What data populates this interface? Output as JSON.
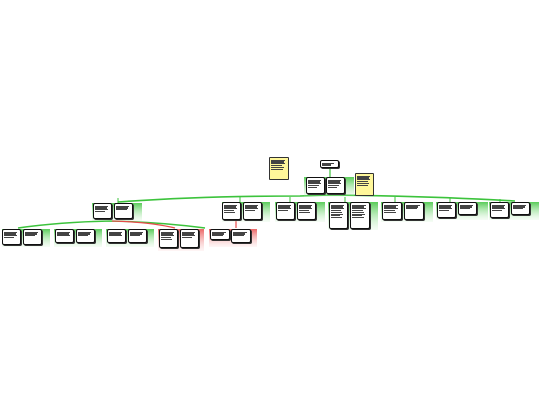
{
  "diagram": {
    "type": "mind-map",
    "colors": {
      "branch_green": "#3cc33c",
      "branch_green_light": "#bff0bf",
      "branch_red": "#e84a4a",
      "branch_red_light": "#f7c1c1",
      "note_yellow": "#fff79a",
      "node_border": "#111111"
    },
    "root": {
      "label": ""
    },
    "notes": [
      {
        "id": "note-left",
        "label": ""
      },
      {
        "id": "note-right",
        "label": ""
      }
    ],
    "level1": [
      {
        "id": "l1-a",
        "label": ""
      },
      {
        "id": "l1-b",
        "label": ""
      }
    ],
    "level2": [
      {
        "id": "l2-1",
        "label": ""
      },
      {
        "id": "l2-2",
        "label": ""
      },
      {
        "id": "l2-3",
        "label": ""
      },
      {
        "id": "l2-4",
        "label": ""
      },
      {
        "id": "l2-5",
        "label": ""
      },
      {
        "id": "l2-6",
        "label": ""
      },
      {
        "id": "l2-7",
        "label": ""
      },
      {
        "id": "l2-8",
        "label": ""
      }
    ],
    "level3_green": [
      {
        "id": "l3-1",
        "label": ""
      },
      {
        "id": "l3-2",
        "label": ""
      },
      {
        "id": "l3-3",
        "label": ""
      },
      {
        "id": "l3-4",
        "label": ""
      }
    ],
    "level3_red": [
      {
        "id": "l3-r1",
        "label": ""
      },
      {
        "id": "l3-r2",
        "label": ""
      }
    ]
  }
}
